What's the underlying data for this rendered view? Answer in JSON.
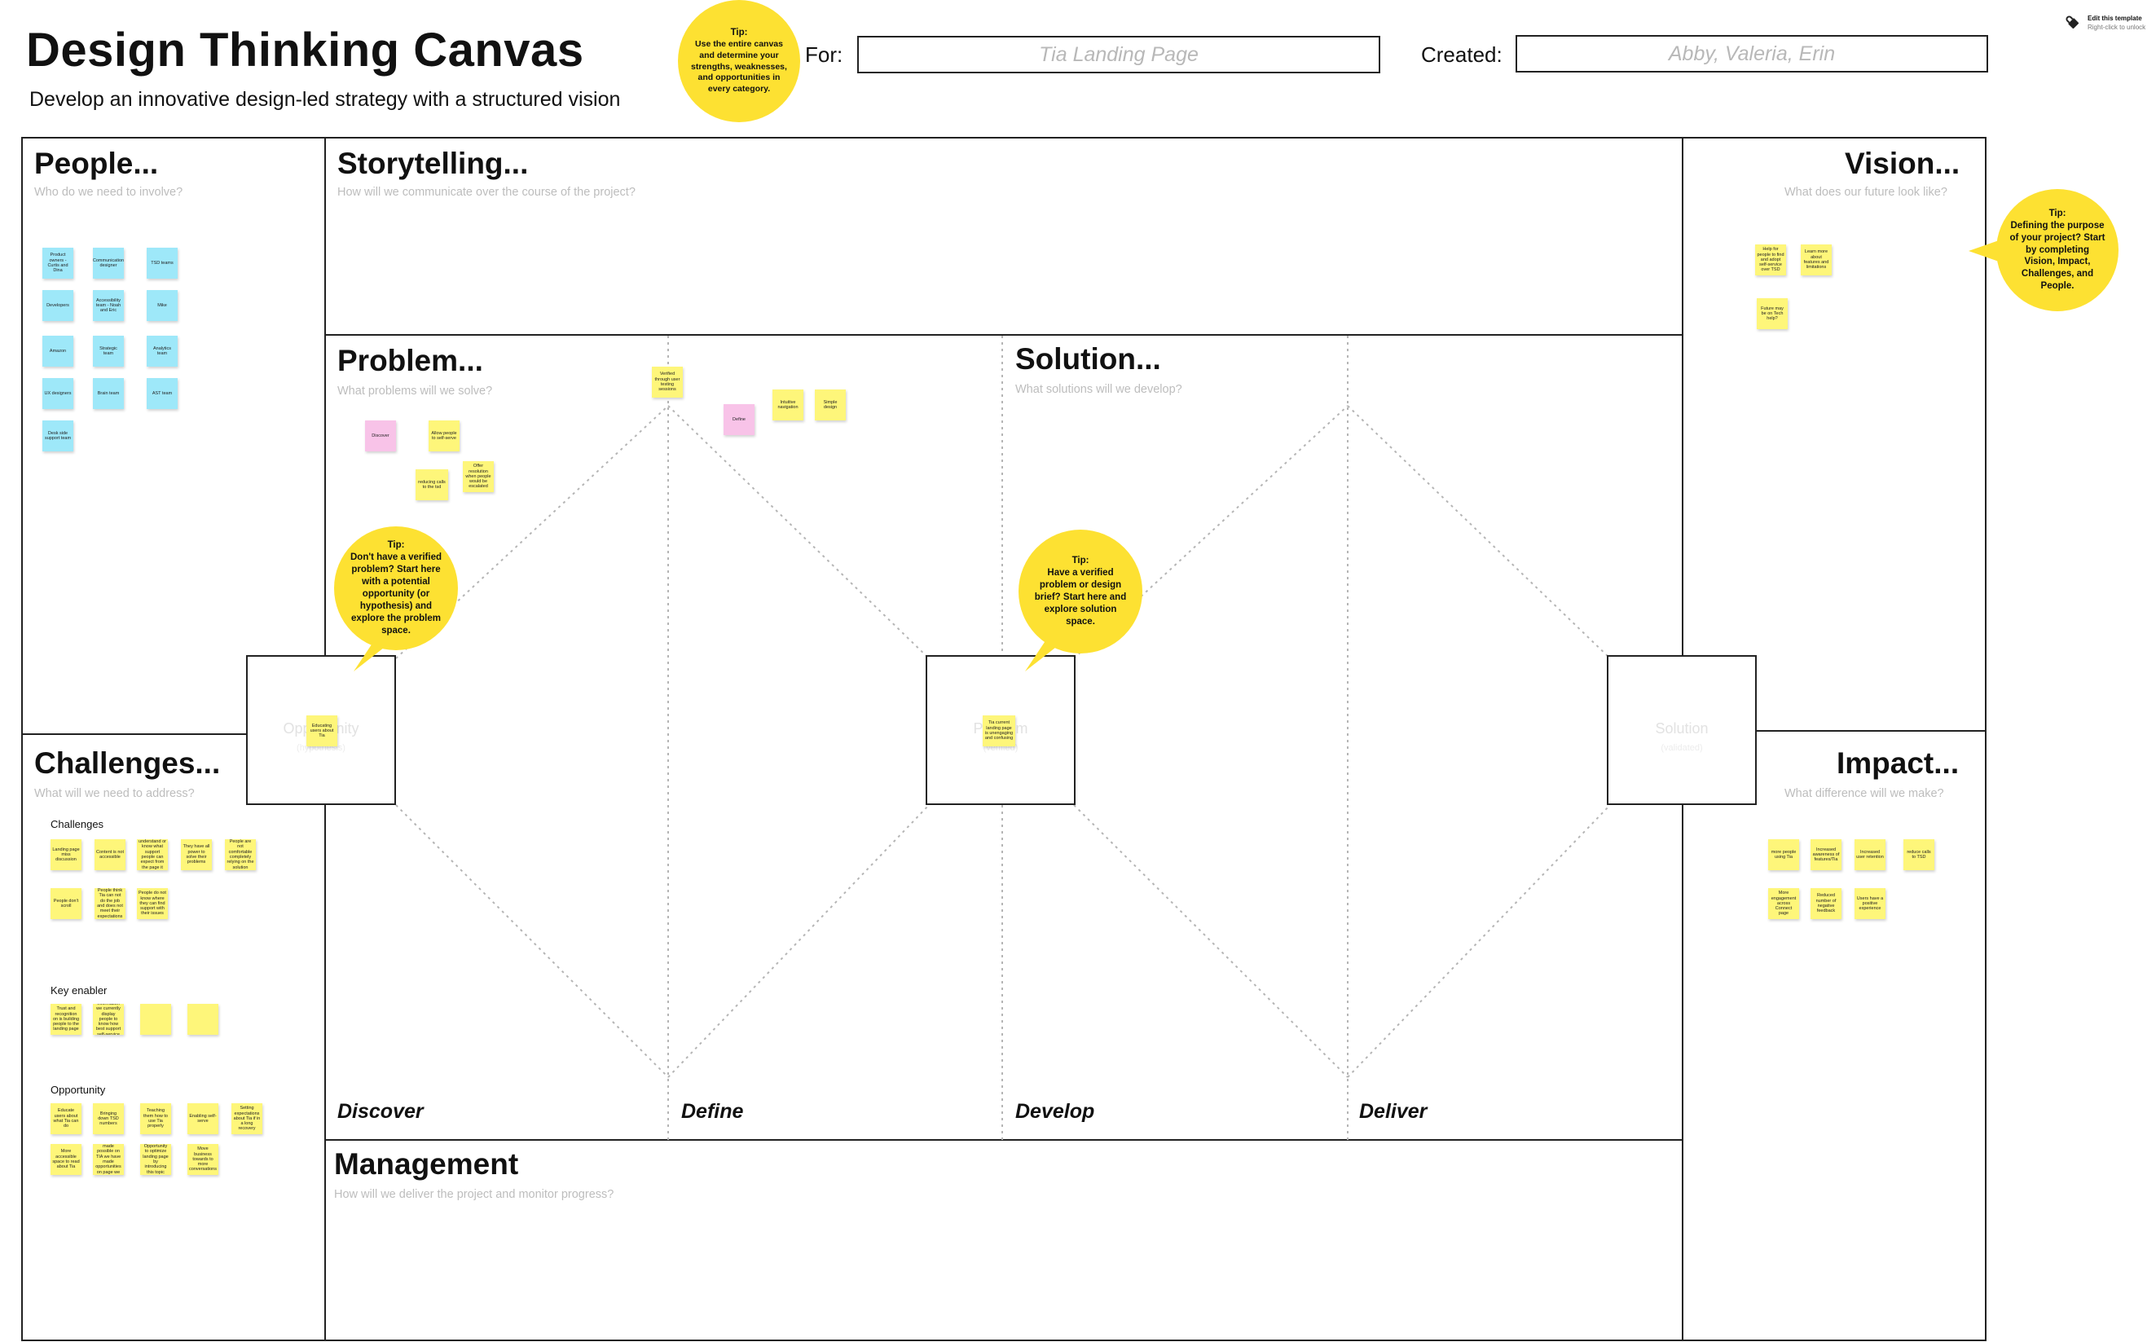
{
  "header": {
    "title": "Design Thinking Canvas",
    "subtitle": "Develop an innovative design-led strategy with a structured vision",
    "for_label": "For:",
    "for_value": "Tia Landing Page",
    "created_label": "Created:",
    "created_value": "Abby, Valeria, Erin"
  },
  "lock": {
    "line1": "Edit this template",
    "line2": "Right-click to unlock"
  },
  "tips": {
    "main": {
      "head": "Tip:",
      "body": "Use the entire canvas and determine your strengths, weaknesses, and opportunities in every category."
    },
    "vision": {
      "head": "Tip:",
      "body": "Defining the purpose of your project? Start by completing Vision, Impact, Challenges, and People."
    },
    "problem": {
      "head": "Tip:",
      "body": "Don't have a verified problem? Start here with a potential opportunity (or hypothesis) and explore the problem space."
    },
    "solution": {
      "head": "Tip:",
      "body": "Have a verified problem or design brief? Start here and explore solution space."
    }
  },
  "sections": {
    "people": {
      "title": "People...",
      "question": "Who do we need to involve?"
    },
    "storytelling": {
      "title": "Storytelling...",
      "question": "How will we communicate over the course of the project?"
    },
    "vision": {
      "title": "Vision...",
      "question": "What does our future look like?"
    },
    "problem": {
      "title": "Problem...",
      "question": "What problems will we solve?"
    },
    "solution": {
      "title": "Solution...",
      "question": "What solutions will we develop?"
    },
    "challenges": {
      "title": "Challenges...",
      "question": "What will we need to address?"
    },
    "impact": {
      "title": "Impact...",
      "question": "What difference will we make?"
    },
    "management": {
      "title": "Management",
      "question": "How will we deliver the project and monitor progress?"
    }
  },
  "phases": {
    "discover": "Discover",
    "define": "Define",
    "develop": "Develop",
    "deliver": "Deliver"
  },
  "boxes": {
    "opportunity": {
      "label": "Opportunity",
      "sub": "(hypothesis)",
      "note": "Educating users about Tia"
    },
    "problem": {
      "label": "Problem",
      "sub": "(verified)",
      "note": "Tia current landing page is unengaging and confusing"
    },
    "solution": {
      "label": "Solution",
      "sub": "(validated)"
    }
  },
  "challenge_groups": {
    "challenges": "Challenges",
    "key_enabler": "Key enabler",
    "opportunity": "Opportunity"
  },
  "notes": {
    "people": [
      "Product owners - Curtis and Dina",
      "Communication designer",
      "TSD teams",
      "Developers",
      "Accessibility team - Noah and Eric",
      "Mike",
      "Amazon",
      "Strategic team",
      "Analytics team",
      "UX designers",
      "Brain team",
      "AST team",
      "Desk side support team"
    ],
    "vision": [
      "Help for people to find and adopt self-service over TSD",
      "Learn more about features and limitations",
      "Future may be on Tech help?"
    ],
    "problem": [
      "Discover",
      "Allow people to self-serve",
      "reducing calls to the tsd",
      "Offer resolution when people would be escalated"
    ],
    "define": [
      "Verified through user testing sessions"
    ],
    "solution": [
      "Define",
      "Intuitive navigation",
      "Simple design"
    ],
    "challenges": [
      "Landing page miss discussion",
      "Content is not accessible",
      "Its hard to understand or know what support people can expect from the page it speaks to",
      "They have all power to solve their problems",
      "People are not comfortable completely relying on the solution",
      "People don't scroll",
      "People think Tia can not do the job and does not meet their expectations",
      "People do not know where they can find support with their issues"
    ],
    "key_enabler": [
      "Trust and recognition on is building people to the landing page",
      "Information we currently display people to know how best support self-service",
      "",
      ""
    ],
    "opportunity": [
      "Educate users about what Tia can do",
      "Bringing down TSD numbers",
      "Teaching them how to use Tia properly",
      "Enabling self-serve",
      "Setting expectations about Tia if in a long recovery",
      "More accessible space to read about Tia",
      "Solutions made possible on TIA we have made opportunities on page we have not",
      "Opportunity to optimize landing page by introducing this topic",
      "Move business towards to more conversations"
    ],
    "impact": [
      "more people using Tia",
      "Increased awareness of features/Tia",
      "Increased user retention",
      "reduce calls to TSD",
      "More engagement across Connect page",
      "Reduced number of negative feedback",
      "Users have a positive experience"
    ]
  }
}
